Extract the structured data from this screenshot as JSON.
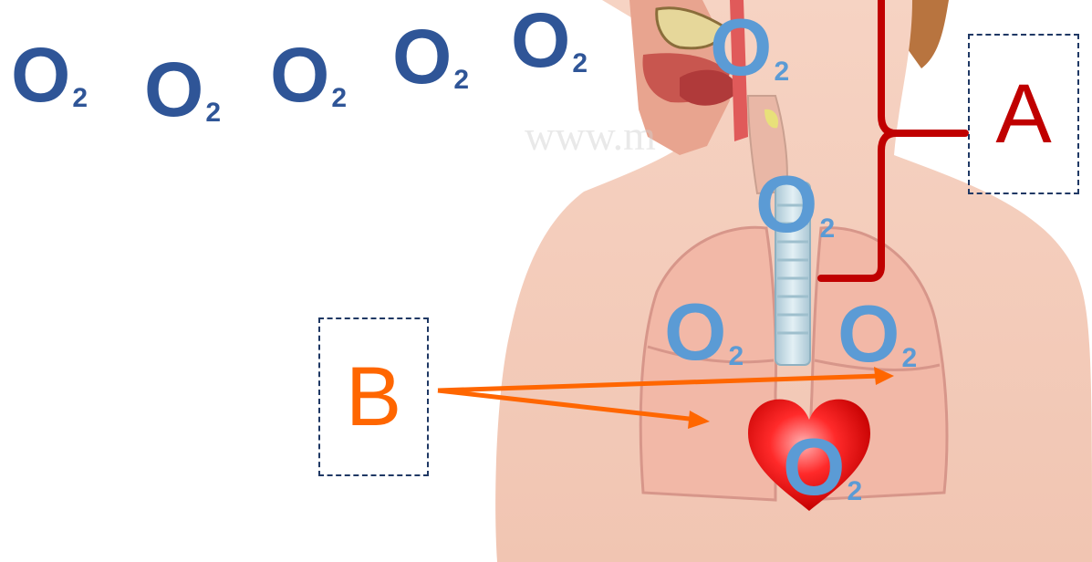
{
  "molecule": {
    "symbol": "O",
    "subscript": "2"
  },
  "labels": {
    "a": "A",
    "b": "B"
  },
  "watermark_text": "www.m",
  "colors": {
    "o2_outside": "#2f5597",
    "o2_inside": "#5b9bd5",
    "label_a": "#c00000",
    "label_b": "#ff6600",
    "bracket": "#c00000",
    "arrows": "#ff6600",
    "heart": "#ff1a1a",
    "skin": "#f2c3b0",
    "lungs": "#f0b8a8",
    "trachea": "#c6dde8"
  },
  "icons": [
    "human-torso-illustration",
    "lungs-icon",
    "heart-icon",
    "trachea-icon"
  ]
}
